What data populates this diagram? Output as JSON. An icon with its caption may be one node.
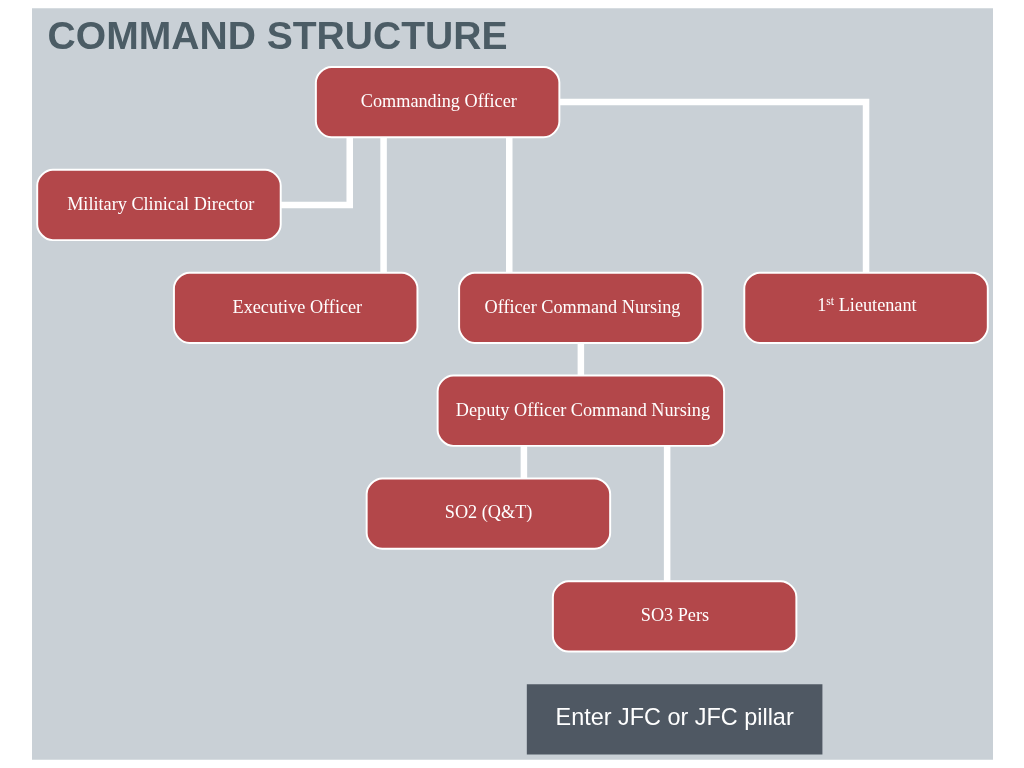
{
  "diagram": {
    "title": "COMMAND STRUCTURE",
    "nodes": [
      {
        "text": [
          "Commanding Officer"
        ]
      },
      {
        "text": [
          "Military Clinical Director"
        ]
      },
      {
        "text": [
          "Executive Officer"
        ]
      },
      {
        "text": [
          "Officer Command Nursing"
        ]
      },
      {
        "text": [
          "1$^{st}$ Lieutenant"
        ]
      },
      {
        "text": [
          "Deputy Officer Command Nursing"
        ]
      },
      {
        "text": [
          "SO2 (Q&T)"
        ]
      },
      {
        "text": [
          "SO3 Pers"
        ]
      }
    ],
    "edges": [
      {
        "from": 0,
        "to": 1,
        "arrow": "none"
      },
      {
        "from": 0,
        "to": 2,
        "arrow": "none"
      },
      {
        "from": 0,
        "to": 3,
        "arrow": "none"
      },
      {
        "from": 0,
        "to": 4,
        "arrow": "none"
      },
      {
        "from": 3,
        "to": 5,
        "arrow": "none"
      },
      {
        "from": 5,
        "to": 6,
        "arrow": "none"
      },
      {
        "from": 5,
        "to": 7,
        "arrow": "none"
      }
    ],
    "labels": [
      "Enter JFC or JFC pillar"
    ]
  }
}
